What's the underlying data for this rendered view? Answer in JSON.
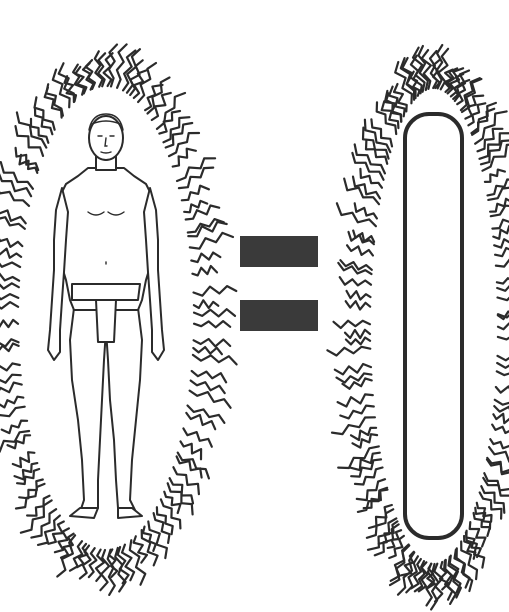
{
  "illustration": {
    "parts": [
      "human-figure-with-aura",
      "equals-sign",
      "bar-with-field-lines"
    ],
    "colors": {
      "ink": "#2b2b2b",
      "equals_sign": "#3a3a3a",
      "background": "#ffffff"
    }
  }
}
